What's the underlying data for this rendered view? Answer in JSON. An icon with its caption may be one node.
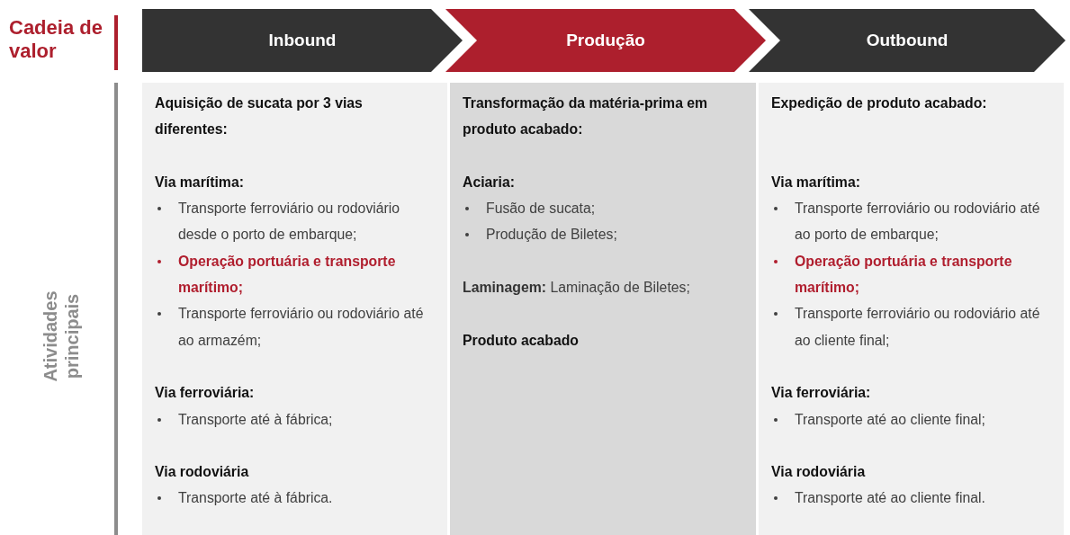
{
  "diagram": {
    "nodes": [
      {
        "text": [
          "Inbound"
        ]
      },
      {
        "text": [
          "Produção"
        ]
      },
      {
        "text": [
          "Outbound"
        ]
      },
      {
        "text": [
          "Aquisição de sucata por 3 vias diferentes:",
          "Via marítima:",
          "Transporte ferroviário ou rodoviário desde o porto de embarque;",
          "Operação portuária e transporte marítimo;",
          "Transporte ferroviário ou rodoviário até ao armazém;",
          "Via ferroviária:",
          "Transporte até à fábrica;",
          "Via rodoviária",
          "Transporte até à fábrica."
        ]
      },
      {
        "text": [
          "Transformação da matéria-prima em produto acabado:",
          "Aciaria:",
          "Fusão de sucata;",
          "Produção de Biletes;",
          "**Laminagem:** Laminação de Biletes;",
          "Produto acabado"
        ]
      },
      {
        "text": [
          "Expedição de produto acabado:",
          "Via marítima:",
          "Transporte ferroviário ou rodoviário até ao porto de embarque;",
          "Operação portuária e transporte marítimo;",
          "Transporte ferroviário ou rodoviário até ao cliente final;",
          "Via ferroviária:",
          "Transporte até ao cliente final;",
          "Via rodoviária",
          "Transporte até ao cliente final."
        ]
      }
    ],
    "labels": [
      "Cadeia de valor",
      "Atividades principais"
    ]
  }
}
